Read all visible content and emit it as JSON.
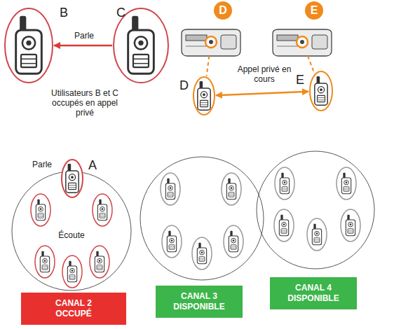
{
  "diagram": {
    "nodes": [
      {
        "text": [
          "B"
        ]
      },
      {
        "text": [
          "C"
        ]
      },
      {
        "text": [
          "D"
        ]
      },
      {
        "text": [
          "E"
        ]
      },
      {
        "text": [
          "D"
        ]
      },
      {
        "text": [
          "E"
        ]
      },
      {
        "text": [
          "Écoute"
        ]
      },
      {
        "text": [
          "A"
        ],
        "in": 6
      },
      {
        "text": [
          "CANAL 2 OCCUPÉ"
        ]
      },
      {
        "text": [
          "CANAL 3 DISPONIBLE"
        ]
      },
      {
        "text": [
          "CANAL 4 DISPONIBLE"
        ]
      }
    ],
    "edges": [
      {
        "from": 1,
        "to": 0,
        "label": "Parle",
        "arrow": "to"
      },
      {
        "from": 4,
        "to": 5,
        "label": "Appel privé en cours",
        "arrow": "both"
      },
      {
        "from": 2,
        "to": 4,
        "arrow": "none"
      },
      {
        "from": 3,
        "to": 5,
        "arrow": "none"
      }
    ],
    "labels": [
      "Utilisateurs B et C occupés en appel privé",
      "Parle"
    ]
  }
}
